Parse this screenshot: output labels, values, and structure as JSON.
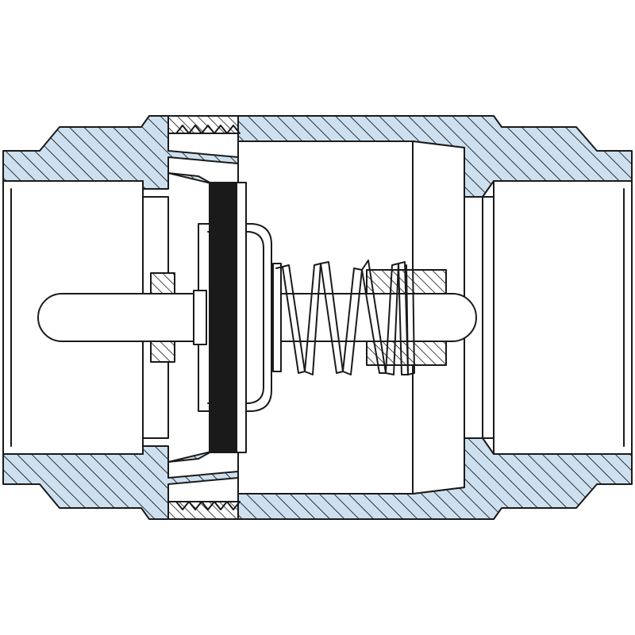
{
  "colors": {
    "background": "#ffffff",
    "section_fill": "#cde0ef",
    "outline": "#1a1a1a",
    "seal": "#1a1a1a",
    "part_fill": "#ffffff"
  },
  "parts": [
    "valve-body",
    "threaded-insert",
    "disc-seal",
    "valve-disc",
    "guide-stem",
    "return-spring",
    "front-guide-bushing",
    "rear-guide-bushing",
    "inlet-port",
    "outlet-port"
  ]
}
